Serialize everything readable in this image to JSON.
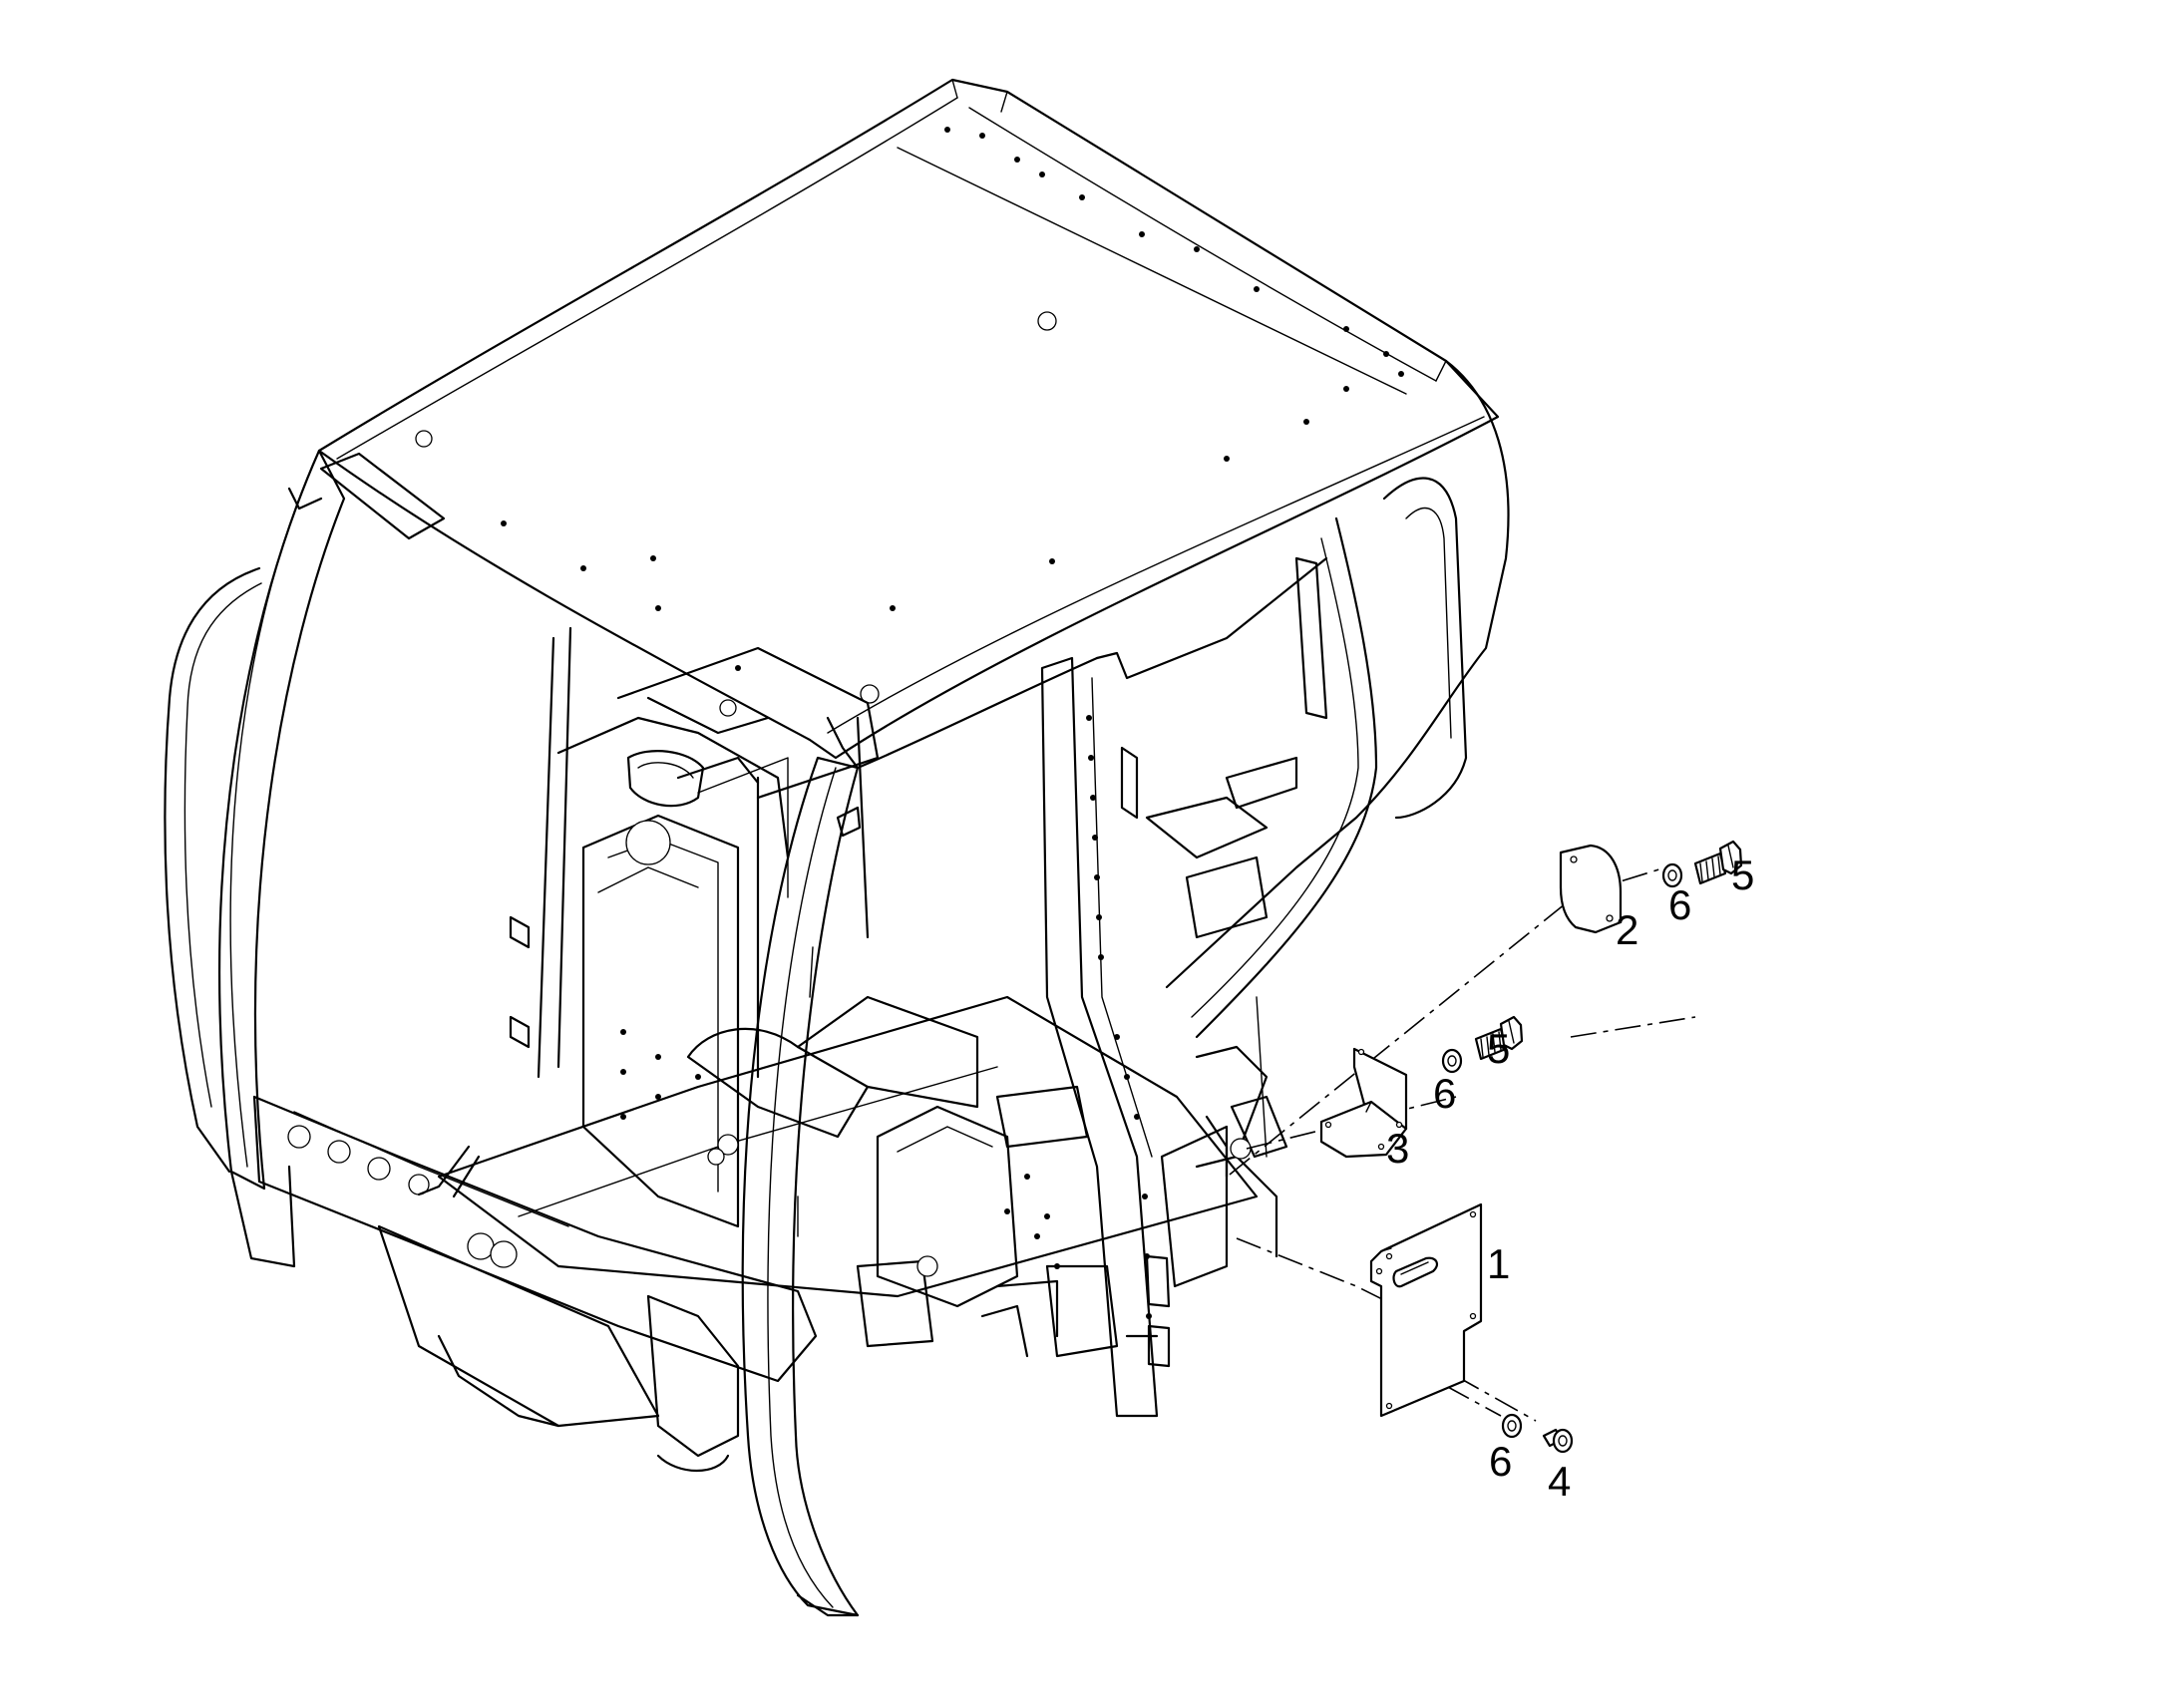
{
  "callouts": [
    {
      "id": "1",
      "label": "1"
    },
    {
      "id": "2",
      "label": "2"
    },
    {
      "id": "3",
      "label": "3"
    },
    {
      "id": "4",
      "label": "4"
    },
    {
      "id": "5a",
      "label": "5"
    },
    {
      "id": "5b",
      "label": "5"
    },
    {
      "id": "6a",
      "label": "6"
    },
    {
      "id": "6b",
      "label": "6"
    },
    {
      "id": "6c",
      "label": "6"
    }
  ]
}
